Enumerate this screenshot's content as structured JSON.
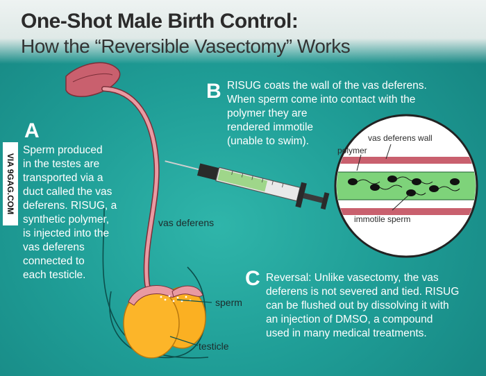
{
  "header": {
    "title": "One-Shot Male Birth Control:",
    "subtitle": "How the “Reversible Vasectomy” Works"
  },
  "watermark": "VIA 9GAG.COM",
  "section_a": {
    "letter": "A",
    "text": "Sperm produced\nin the testes are\ntransported via a\nduct called the vas\ndeferens. RISUG, a\nsynthetic polymer,\nis injected into the\nvas deferens\nconnected to\neach testicle."
  },
  "section_b": {
    "letter": "B",
    "text": "RISUG coats the wall of the vas deferens.\nWhen sperm come into contact with the\npolymer they are\nrendered immotile\n(unable to swim)."
  },
  "section_c": {
    "letter": "C",
    "text": "Reversal: Unlike vasectomy, the vas\ndeferens is not severed and tied. RISUG\ncan be flushed out by dissolving it with\nan injection of DMSO, a compound\nused in many medical treatments."
  },
  "labels": {
    "vas_deferens": "vas deferens",
    "sperm": "sperm",
    "testicle": "testicle",
    "vas_deferens_wall": "vas deferens wall",
    "polymer": "polymer",
    "immotile_sperm": "immotile sperm"
  },
  "colors": {
    "background": "#1f9d96",
    "duct_fill": "#e99aa2",
    "testicle_fill": "#fbb022",
    "polymer_fill": "#7ed37a",
    "epididymis": "#c9606e"
  }
}
